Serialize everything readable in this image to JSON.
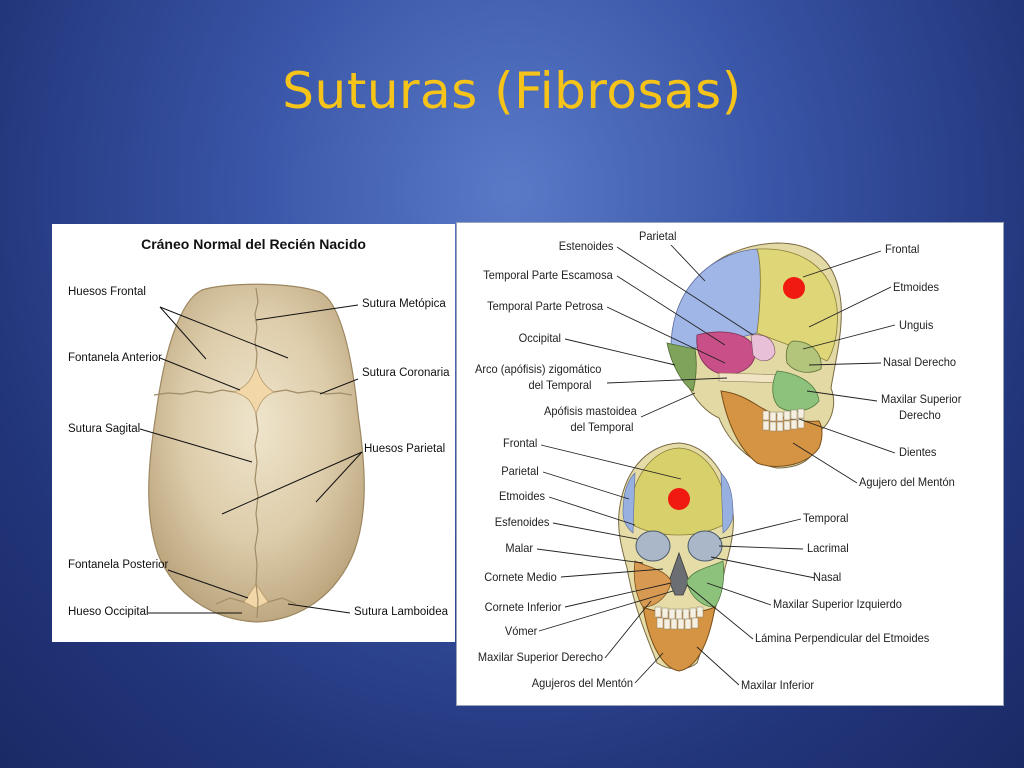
{
  "slide": {
    "title": "Suturas (Fibrosas)"
  },
  "newborn": {
    "heading": "Cráneo Normal del Recién Nacido",
    "labels": {
      "huesos_frontal": "Huesos Frontal",
      "fontanela_anterior": "Fontanela Anterior",
      "sutura_sagital": "Sutura Sagital",
      "fontanela_posterior": "Fontanela Posterior",
      "hueso_occipital": "Hueso Occipital",
      "sutura_metopica": "Sutura Metópica",
      "sutura_coronaria": "Sutura Coronaria",
      "huesos_parietal": "Huesos Parietal",
      "sutura_lamboidea": "Sutura Lamboidea"
    }
  },
  "adult_skull": {
    "lateral": {
      "left": [
        "Estenoides",
        "Temporal Parte Escamosa",
        "Temporal Parte Petrosa",
        "Occipital",
        "Arco (apófisis) zigomático",
        "del Temporal",
        "Apófisis mastoidea",
        "del Temporal"
      ],
      "top": "Parietal",
      "right": [
        "Frontal",
        "Etmoides",
        "Unguis",
        "Nasal Derecho",
        "Maxilar Superior",
        "Derecho",
        "Dientes",
        "Agujero del Mentón"
      ]
    },
    "frontal": {
      "left": [
        "Frontal",
        "Parietal",
        "Etmoides",
        "Esfenoides",
        "Malar",
        "Cornete Medio",
        "Cornete Inferior",
        "Vómer",
        "Maxilar Superior Derecho",
        "Agujeros del Mentón"
      ],
      "right": [
        "Temporal",
        "Lacrimal",
        "Nasal",
        "Maxilar Superior Izquierdo",
        "Lámina Perpendicular del Etmoides",
        "Maxilar Inferior"
      ]
    },
    "marker_color": "#f01a10"
  }
}
